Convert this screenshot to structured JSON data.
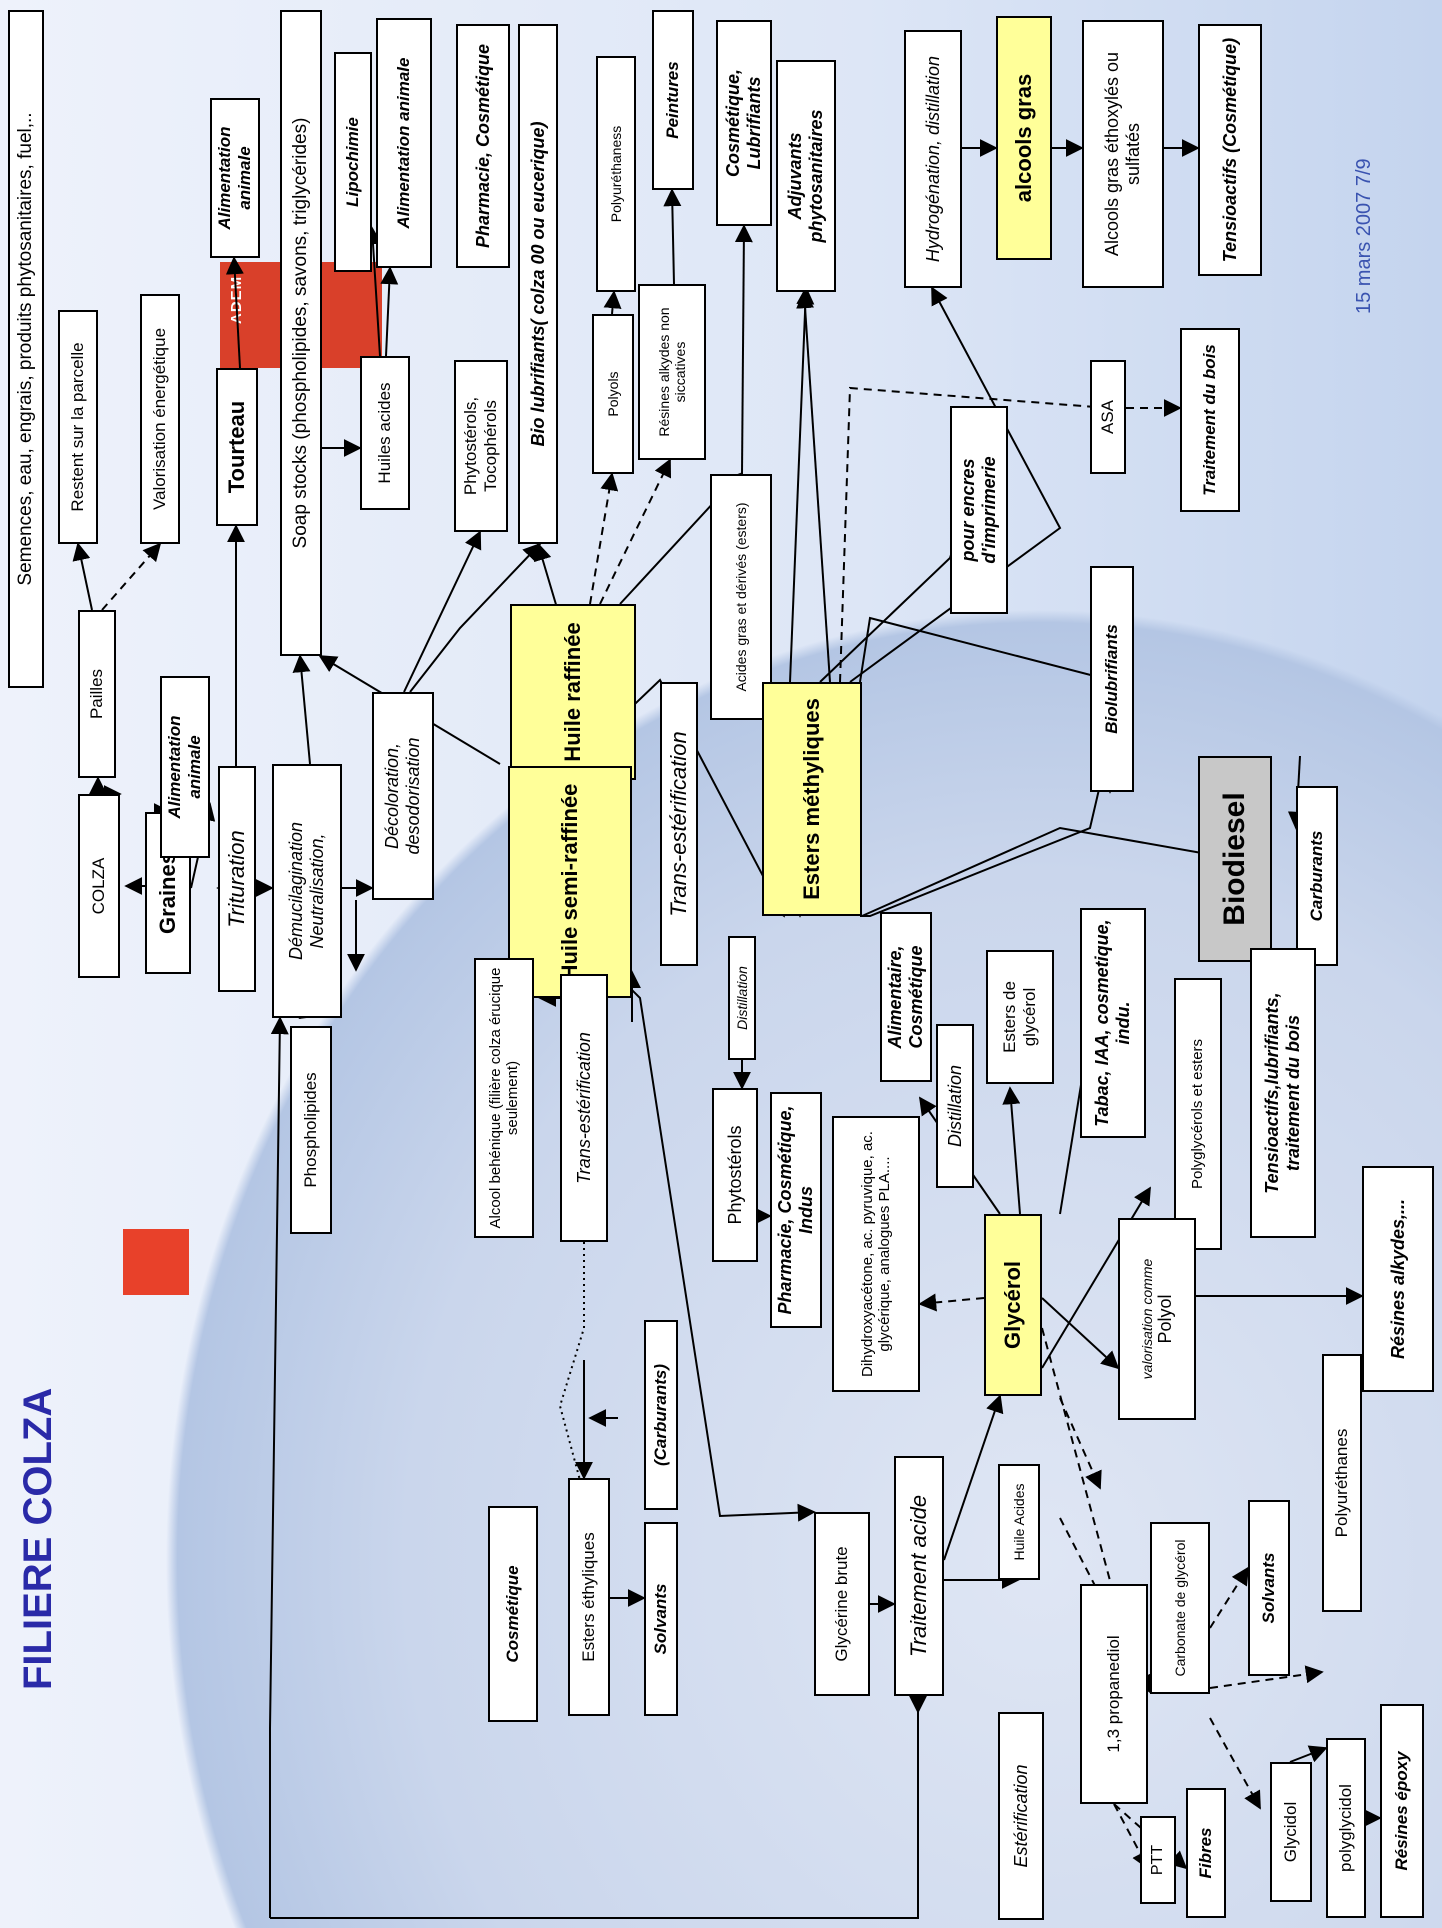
{
  "title_part1": "FILIERE",
  "title_part2": "COLZA",
  "date": "15 mars 2007 7/9",
  "logo_text": "ADEM",
  "colors": {
    "title": "#2a2aa8",
    "highlight": "#ffff99",
    "biodiesel": "#c8c8c8",
    "accent_red": "#e8412a"
  },
  "nodes": {
    "intrants": "Semences, eau, engrais, produits phytosanitaires, fuel,..",
    "colza": "COLZA",
    "pailles": "Pailles",
    "parcelle": "Restent sur la parcelle",
    "valorisation_energetique": "Valorisation énergétique",
    "graines": "Graines",
    "alimentation_animale_1": "Alimentation animale",
    "trituration": "Trituration",
    "tourteau": "Tourteau",
    "alimentation_animale_2": "Alimentation animale",
    "demucilagination": "Démucilagination",
    "neutralisation": "Neutralisation,",
    "phospholipides": "Phospholipides",
    "soap_stocks": "Soap stocks (phospholipides, savons, triglycérides)",
    "huiles_acides": "Huiles acides",
    "lipochimie": "Lipochimie",
    "alimentation_animale_3": "Alimentation animale",
    "decoloration": "Décoloration, desodorisation",
    "phytosterols_tocopherols": "Phytostérols, Tocophérols",
    "pharmacie_cosmetique_1": "Pharmacie, Cosmétique",
    "bio_lubrifiants": "Bio lubrifiants( colza 00 ou eucerique)",
    "huile_raffinee": "Huile raffinée",
    "polyols": "Polyols",
    "polyurethanes_1": "Polyuréthaness",
    "resines_alkydes_non_siccatives": "Résines alkydes non siccatives",
    "peintures": "Peintures",
    "acides_gras": "Acides gras et dérivés (esters)",
    "cosmetique_lubrifiants": "Cosmétique, Lubrifiants",
    "adjuvants": "Adjuvants phytosanitaires",
    "huile_semi_raffinee": "Huile semi-raffinée",
    "trans_esterification_1": "Trans-estérification",
    "trans_esterification_2": "Trans-estérification",
    "alcool_behenique": "Alcool behénique (filière colza érucique seulement)",
    "cosmetique": "Cosmétique",
    "esters_ethyliques": "Esters éthyliques",
    "carburants_1": "(Carburants)",
    "solvants_1": "Solvants",
    "esters_methyliques": "Esters méthyliques",
    "distillation_1": "Distillation",
    "phytosterols": "Phytostérols",
    "pharmacie_cosmetique_indus": "Pharmacie, Cosmétique, Indus",
    "biodiesel": "Biodiesel",
    "carburants_2": "Carburants",
    "biolubrifiants": "Biolubrifiants",
    "encres": "pour encres d'imprimerie",
    "asa": "ASA",
    "traitement_bois": "Traitement du bois",
    "hydrogenation": "Hydrogénation, distillation",
    "alcools_gras": "alcools gras",
    "alcools_gras_ethoxyles": "Alcools gras éthoxylés ou sulfatés",
    "tensioactifs_cosmetique": "Tensioactifs (Cosmétique)",
    "glycerine_brute": "Glycérine brute",
    "traitement_acide": "Traitement acide",
    "huile_acides": "Huile Acides",
    "esterification": "Estérification",
    "glycerol": "Glycérol",
    "dihydroxyacetone": "Dihydroxyacétone, ac. pyruvique, ac. glycérique, analogues PLA....",
    "alimentaire_cosmetique": "Alimentaire, Cosmétique",
    "distillation_2": "Distillation",
    "esters_glycerol": "Esters de glycérol",
    "tabac": "Tabac, IAA, cosmetique, indu.",
    "polyglycerols": "Polyglycérols et esters",
    "tensioactifs_lubrifiants": "Tensioactifs,lubrifiants, traitement du bois",
    "valorisation_polyol_small": "valorisation comme",
    "valorisation_polyol": "Polyol",
    "resines_alkydes": "Résines alkydes,...",
    "propanediol": "1,3 propanediol",
    "ptt": "PTT",
    "fibres": "Fibres",
    "carbonate_glycerol": "Carbonate de glycérol",
    "solvants_2": "Solvants",
    "polyurethanes_2": "Polyuréthanes",
    "glycidol": "Glycidol",
    "polyglycidol": "polyglycidol",
    "resines_epoxy": "Résines époxy"
  }
}
